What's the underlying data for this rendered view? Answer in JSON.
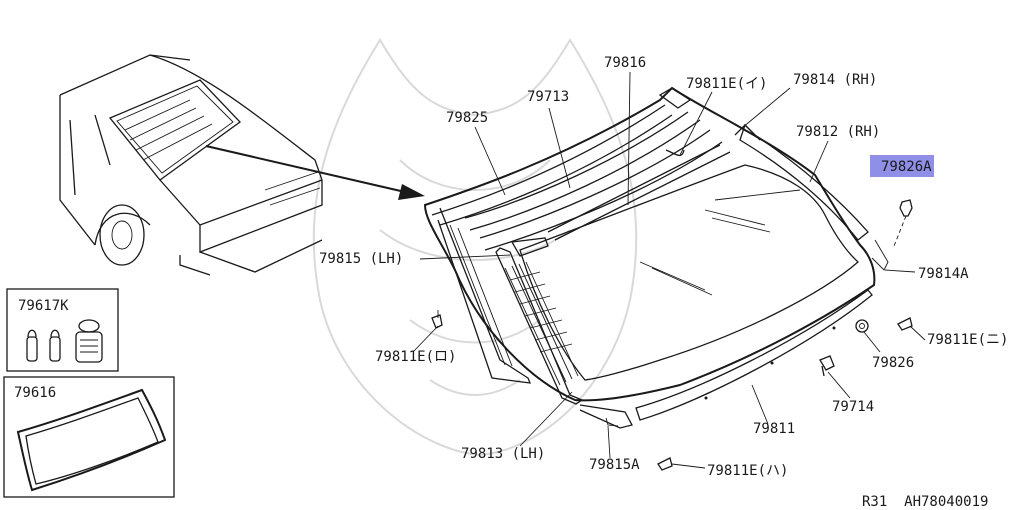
{
  "diagram": {
    "parts": [
      {
        "id": "p79816",
        "number": "79816"
      },
      {
        "id": "p79811e_i",
        "number": "79811E(イ)"
      },
      {
        "id": "p79814_rh",
        "number": "79814 (RH)"
      },
      {
        "id": "p79713",
        "number": "79713"
      },
      {
        "id": "p79825",
        "number": "79825"
      },
      {
        "id": "p79812_rh",
        "number": "79812 (RH)"
      },
      {
        "id": "p79826a",
        "number": "79826A"
      },
      {
        "id": "p79815_lh",
        "number": "79815 (LH)"
      },
      {
        "id": "p79814a",
        "number": "79814A"
      },
      {
        "id": "p79617k",
        "number": "79617K"
      },
      {
        "id": "p79811e_ro",
        "number": "79811E(ロ)"
      },
      {
        "id": "p79811e_ni",
        "number": "79811E(ニ)"
      },
      {
        "id": "p79826",
        "number": "79826"
      },
      {
        "id": "p79616",
        "number": "79616"
      },
      {
        "id": "p79714",
        "number": "79714"
      },
      {
        "id": "p79811",
        "number": "79811"
      },
      {
        "id": "p79813_lh",
        "number": "79813 (LH)"
      },
      {
        "id": "p79815a",
        "number": "79815A"
      },
      {
        "id": "p79811e_ha",
        "number": "79811E(ハ)"
      }
    ],
    "highlighted_part": "79826A",
    "footer_code": "R31  AH78040019",
    "colors": {
      "highlight": "#8f8fe8",
      "line": "#1a1a1a",
      "watermark": "#d9d9d9"
    }
  }
}
